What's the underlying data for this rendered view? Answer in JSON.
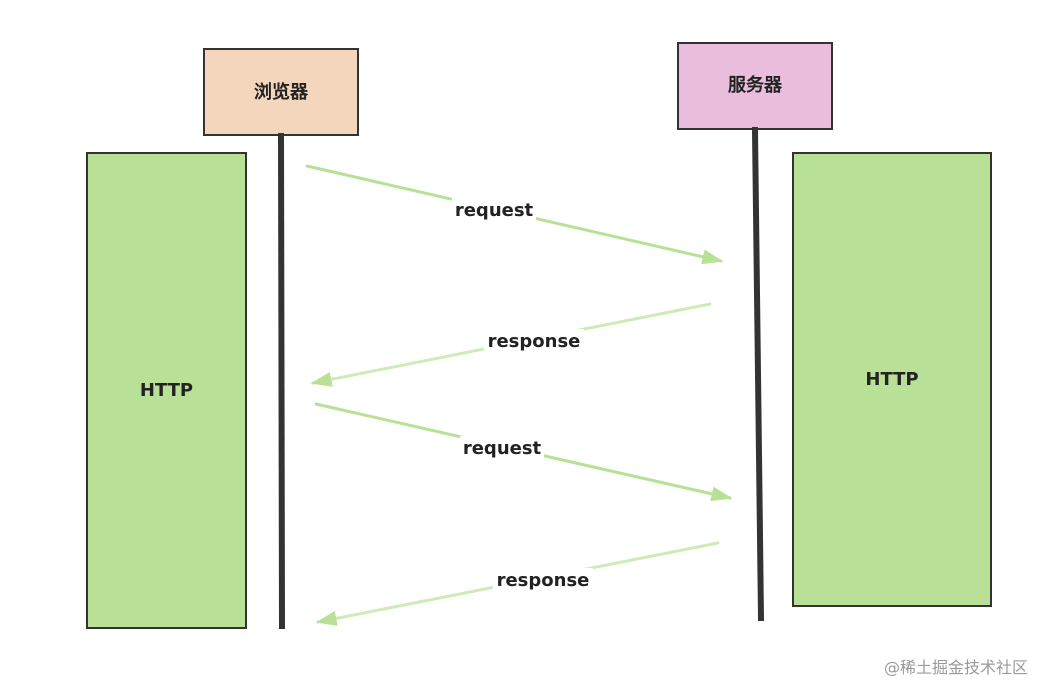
{
  "diagram": {
    "browser_label": "浏览器",
    "server_label": "服务器",
    "left_http_label": "HTTP",
    "right_http_label": "HTTP",
    "messages": [
      {
        "label": "request",
        "direction": "browser-to-server"
      },
      {
        "label": "response",
        "direction": "server-to-browser"
      },
      {
        "label": "request",
        "direction": "browser-to-server"
      },
      {
        "label": "response",
        "direction": "server-to-browser"
      }
    ]
  },
  "colors": {
    "browser_fill": "#f3d6bc",
    "server_fill": "#e8bedc",
    "http_fill": "#b8e096",
    "arrow": "#b8e096",
    "lifeline": "#333333",
    "outline": "#333333"
  },
  "watermark": "@稀土掘金技术社区"
}
